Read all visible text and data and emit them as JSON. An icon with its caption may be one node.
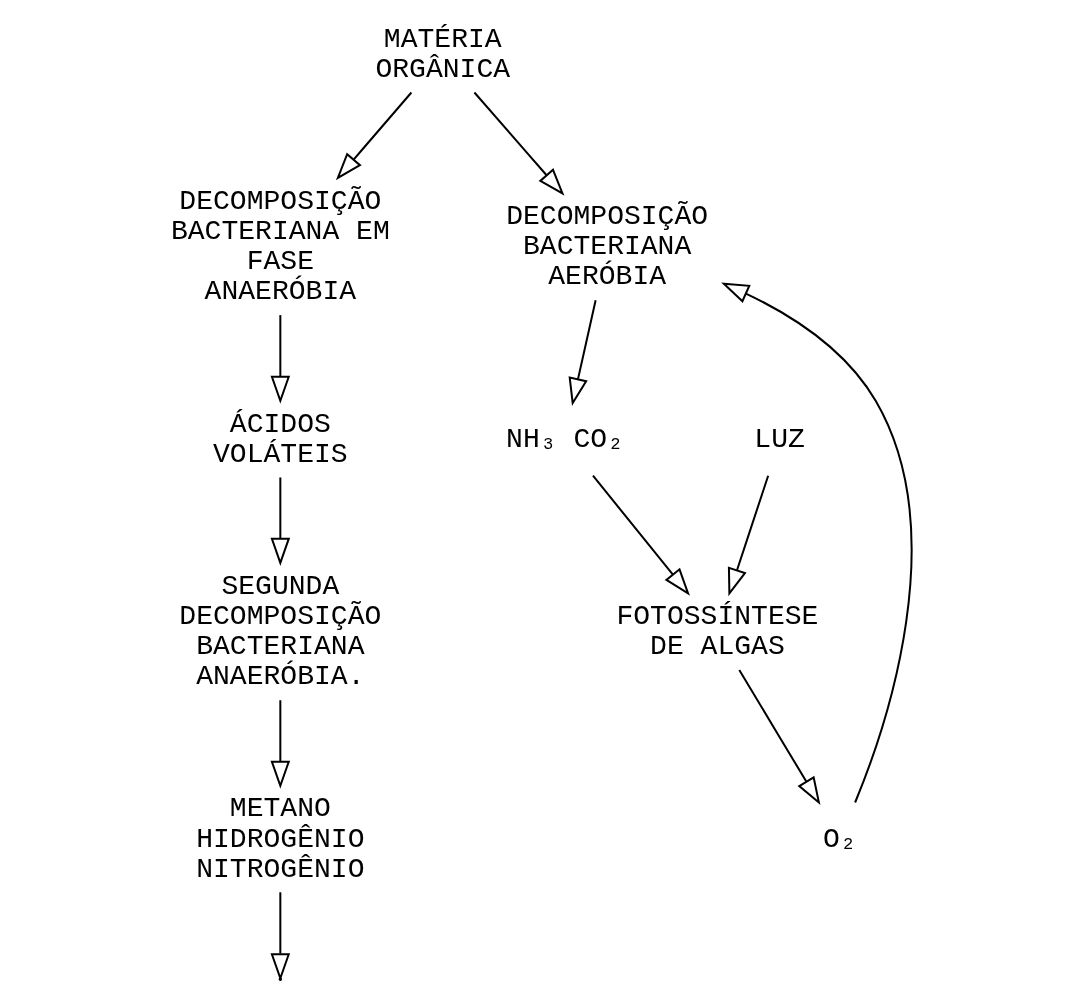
{
  "diagram": {
    "nodes": [
      {
        "text": [
          "MATÉRIA ORGÂNICA"
        ]
      },
      {
        "text": [
          "DECOMPOSIÇÃO BACTERIANA EM FASE ANAERÓBIA"
        ]
      },
      {
        "text": [
          "DECOMPOSIÇÃO BACTERIANA AERÓBIA"
        ]
      },
      {
        "text": [
          "O₂"
        ]
      },
      {
        "text": [
          "LUZ"
        ]
      },
      {
        "text": [
          "FOTOSSÍNTESE DE ALGAS"
        ]
      },
      {
        "text": [
          "NH₃ CO₂"
        ]
      },
      {
        "text": [
          "ÁCIDOS VOLÁTEIS"
        ]
      },
      {
        "text": [
          "SEGUNDA DECOMPOSIÇÃO BACTERIANA ANAERÓBIA."
        ]
      },
      {
        "text": [
          "METANO HIDROGÊNIO NITROGÊNIO"
        ]
      }
    ],
    "edges": [
      {
        "from": 0,
        "to": 1,
        "arrow": "to"
      },
      {
        "from": 0,
        "to": 2,
        "arrow": "to"
      },
      {
        "from": 3,
        "to": 2,
        "arrow": "to"
      },
      {
        "from": 5,
        "to": 3,
        "arrow": "to"
      },
      {
        "from": 4,
        "to": 5,
        "arrow": "to"
      },
      {
        "from": 2,
        "to": 6,
        "arrow": "to"
      },
      {
        "from": 6,
        "to": 5,
        "arrow": "to"
      },
      {
        "from": 1,
        "to": 7,
        "arrow": "to"
      },
      {
        "from": 7,
        "to": 8,
        "arrow": "to"
      },
      {
        "from": 8,
        "to": 9,
        "arrow": "to"
      },
      {
        "from": 9,
        "to": null,
        "arrow": "to"
      }
    ]
  }
}
